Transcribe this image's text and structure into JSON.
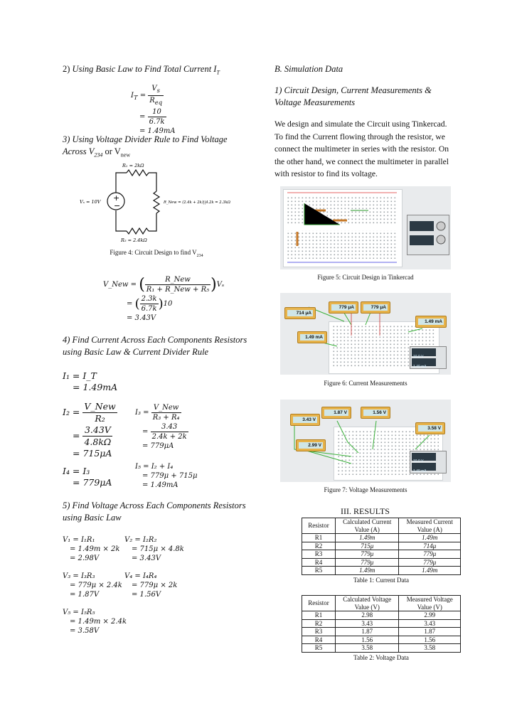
{
  "left": {
    "s2": {
      "num": "2)",
      "title": "Using Basic Law to Find Total Current I",
      "sub": "T"
    },
    "eq_it": [
      "I_T = V_s / R_eq",
      "10",
      "6.7k",
      "= 1.49mA"
    ],
    "s3": {
      "title1": "3) Using Voltage Divider Rule to Find Voltage",
      "title2": "Across V",
      "sub1": "234",
      "or": " or V",
      "sub2": "new"
    },
    "circuit": {
      "r1": "R₁ = 2kΩ",
      "vs": "Vₛ = 10V",
      "rnew": "R_New = (2.4k + 2k)||4.2k = 2.3kΩ",
      "r5": "R₅ = 2.4kΩ"
    },
    "fig4": "Figure 4: Circuit Design to find V",
    "fig4_sub": "234",
    "vnew": {
      "lhs": "V_New =",
      "num": "R_New",
      "den": "R₁ + R_New + R₅",
      "vs": "Vₛ",
      "l2a": "2.3k",
      "l2b": "6.7k",
      "l2c": "10",
      "l3": "= 3.43V"
    },
    "s4": {
      "t1": "4) Find Current Across Each Components Resistors",
      "t2": "using Basic Law & Current Divider Rule"
    },
    "i1": [
      "I₁ = I_T",
      "= 1.49mA"
    ],
    "i2": {
      "lhs": "I₂ =",
      "num": "V_New",
      "den": "R₂",
      "n2": "3.43V",
      "d2": "4.8kΩ",
      "r": "= 715μA"
    },
    "i3": {
      "lhs": "I₃ =",
      "num": "V_New",
      "den": "R₃ + R₄",
      "n2": "3.43",
      "d2": "2.4k + 2k",
      "r": "= 779μA"
    },
    "i4": [
      "I₄ = I₃",
      "= 779μA"
    ],
    "i5": [
      "I₅ = I₂ + I₄",
      "= 779μ + 715μ",
      "= 1.49mA"
    ],
    "s5": {
      "t1": "5) Find Voltage Across Each Components Resistors",
      "t2": "using Basic Law"
    },
    "v1": [
      "V₁ = I₁R₁",
      "= 1.49m × 2k",
      "= 2.98V"
    ],
    "v2": [
      "V₂ = I₂R₂",
      "= 715μ × 4.8k",
      "= 3.43V"
    ],
    "v3": [
      "V₃ = I₃R₃",
      "= 779μ × 2.4k",
      "= 1.87V"
    ],
    "v4": [
      "V₄ = I₄R₄",
      "= 779μ × 2k",
      "= 1.56V"
    ],
    "v5": [
      "V₅ = I₅R₅",
      "= 1.49m × 2.4k",
      "= 3.58V"
    ]
  },
  "right": {
    "sB": "B. Simulation Data",
    "s1": {
      "t1": "1) Circuit Design, Current Measurements &",
      "t2": "Voltage Measurements"
    },
    "para": [
      "We design and simulate the Circuit using Tinkercad.",
      "To find the Current flowing through the resistor, we",
      "connect the multimeter in series with the resistor. On",
      "the other hand, we connect the multimeter in parallel",
      "with resistor to find its voltage."
    ],
    "fig5": "Figure 5: Circuit Design in Tinkercad",
    "fig6": "Figure 6: Current Measurements",
    "fig7": "Figure 7: Voltage Measurements",
    "meters_current": [
      "714 μA",
      "779 μA",
      "779 μA",
      "1.49 mA",
      "1.49 mA"
    ],
    "meters_voltage": [
      "3.43 V",
      "1.87 V",
      "1.56 V",
      "3.58 V",
      "2.99 V"
    ],
    "psu": {
      "v": "10.0 V",
      "i": "1.49 mA"
    },
    "results_title": "III. RESULTS",
    "table1": {
      "headers": [
        "Resistor",
        "Calculated Current Value (A)",
        "Measured Current Value (A)"
      ],
      "rows": [
        [
          "R1",
          "1.49m",
          "1.49m"
        ],
        [
          "R2",
          "715μ",
          "714μ"
        ],
        [
          "R3",
          "779μ",
          "779μ"
        ],
        [
          "R4",
          "779μ",
          "779μ"
        ],
        [
          "R5",
          "1.49m",
          "1.49m"
        ]
      ],
      "caption": "Table 1: Current Data"
    },
    "table2": {
      "headers": [
        "Resistor",
        "Calculated Voltage Value (V)",
        "Measured Voltage Value (V)"
      ],
      "rows": [
        [
          "R1",
          "2.98",
          "2.99"
        ],
        [
          "R2",
          "3.43",
          "3.43"
        ],
        [
          "R3",
          "1.87",
          "1.87"
        ],
        [
          "R4",
          "1.56",
          "1.56"
        ],
        [
          "R5",
          "3.58",
          "3.58"
        ]
      ],
      "caption": "Table 2: Voltage Data"
    }
  }
}
